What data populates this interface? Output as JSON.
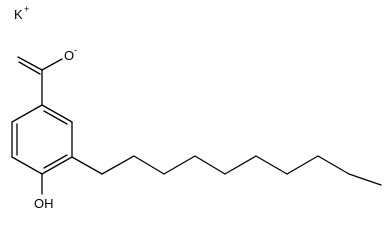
{
  "molecule": {
    "counter_ion": {
      "symbol": "K",
      "charge": "+"
    },
    "carboxylate_oxygen": {
      "symbol": "O",
      "charge": "-"
    },
    "hydroxyl": {
      "label": "OH"
    }
  }
}
